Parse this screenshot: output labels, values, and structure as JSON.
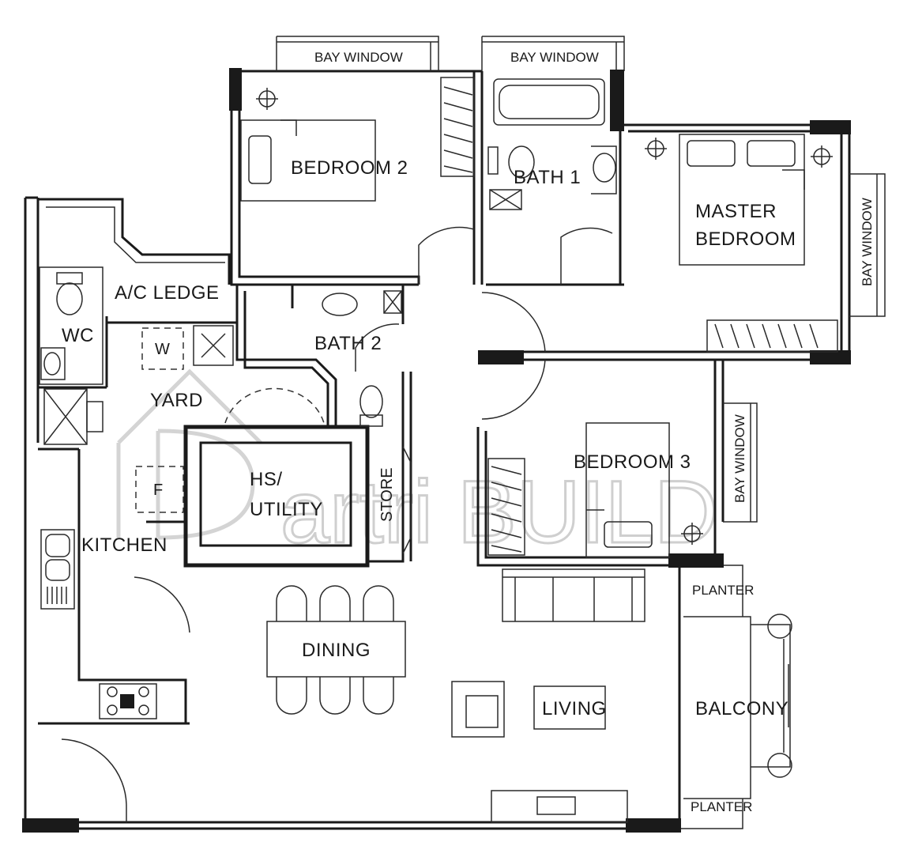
{
  "rooms": {
    "bay_window_1": "BAY WINDOW",
    "bay_window_2": "BAY WINDOW",
    "bay_window_3": "BAY WINDOW",
    "bay_window_4": "BAY WINDOW",
    "bedroom_2": "BEDROOM 2",
    "bath_1": "BATH 1",
    "master_line1": "MASTER",
    "master_line2": "BEDROOM",
    "ac_ledge": "A/C LEDGE",
    "wc": "WC",
    "bath_2": "BATH 2",
    "yard": "YARD",
    "hs_line1": "HS/",
    "hs_line2": "UTILITY",
    "store": "STORE",
    "bedroom_3": "BEDROOM 3",
    "kitchen": "KITCHEN",
    "dining": "DINING",
    "living": "LIVING",
    "balcony": "BALCONY",
    "planter_top": "PLANTER",
    "planter_bottom": "PLANTER"
  },
  "fixtures": {
    "washer": "W",
    "fridge": "F"
  },
  "watermark": {
    "logo_text": "artri BUILD"
  }
}
